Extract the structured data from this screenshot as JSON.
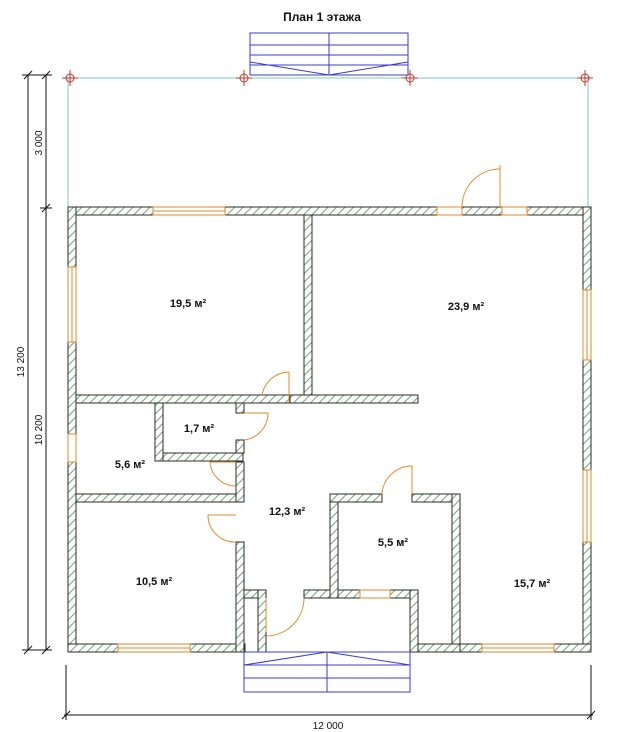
{
  "title": "План 1 этажа",
  "dimensions": {
    "width_total": "12 000",
    "height_total": "13 200",
    "height_main": "10 200",
    "height_porch": "3 000"
  },
  "rooms": [
    {
      "id": "room-top-left",
      "area": "19,5 м²"
    },
    {
      "id": "room-top-right",
      "area": "23,9 м²"
    },
    {
      "id": "room-bath",
      "area": "1,7 м²"
    },
    {
      "id": "room-left-mid",
      "area": "5,6 м²"
    },
    {
      "id": "room-hall",
      "area": "12,3 м²"
    },
    {
      "id": "room-small-center",
      "area": "5,5 м²"
    },
    {
      "id": "room-bottom-left",
      "area": "10,5 м²"
    },
    {
      "id": "room-bottom-right",
      "area": "15,7 м²"
    }
  ],
  "colors": {
    "wall_outline": "#2b2b2b",
    "wall_hatch": "#6fa86f",
    "door_window": "#e08a2c",
    "stairs": "#3b3bd6",
    "guides": "#7fc4d8",
    "markers": "#c0392b"
  }
}
